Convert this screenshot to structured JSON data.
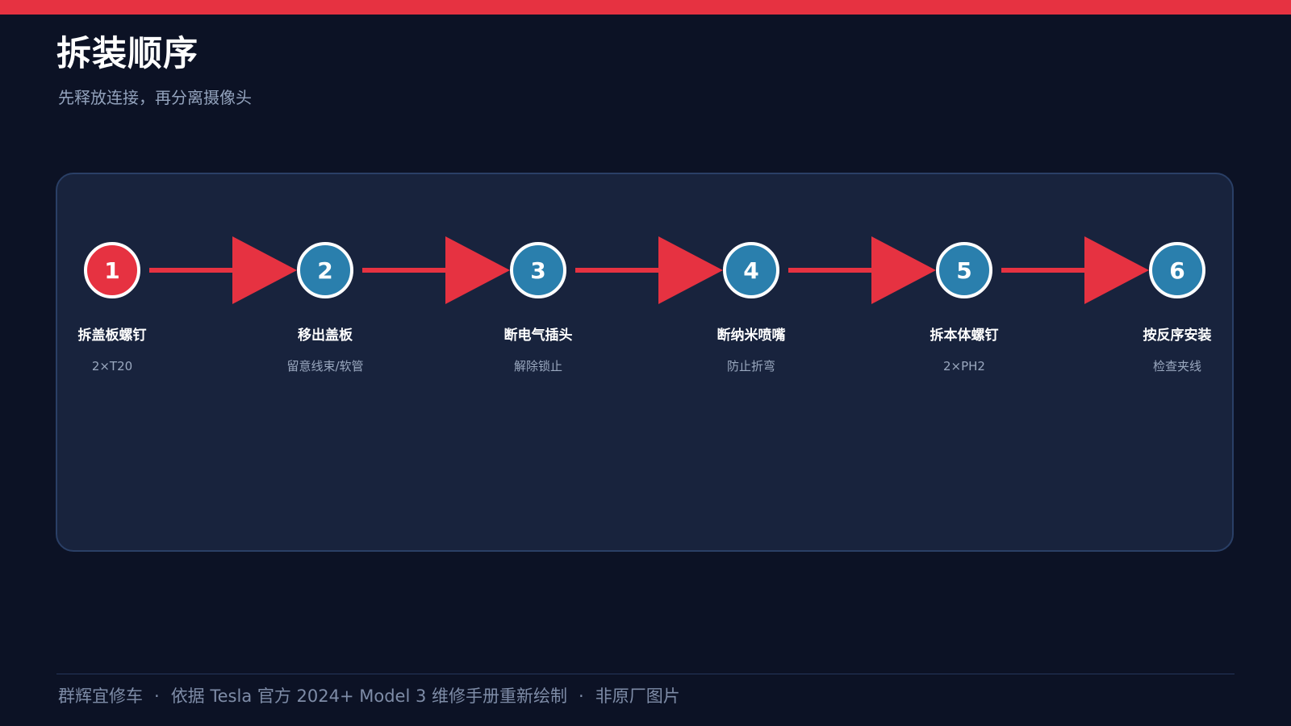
{
  "header": {
    "title": "拆装顺序",
    "subtitle": "先释放连接，再分离摄像头"
  },
  "colors": {
    "accent": "#e63241",
    "step_blue": "#2a7fad",
    "background": "#0c1225",
    "panel": "#18233d"
  },
  "steps": [
    {
      "number": "1",
      "title": "拆盖板螺钉",
      "detail": "2×T20",
      "highlight": true
    },
    {
      "number": "2",
      "title": "移出盖板",
      "detail": "留意线束/软管",
      "highlight": false
    },
    {
      "number": "3",
      "title": "断电气插头",
      "detail": "解除锁止",
      "highlight": false
    },
    {
      "number": "4",
      "title": "断纳米喷嘴",
      "detail": "防止折弯",
      "highlight": false
    },
    {
      "number": "5",
      "title": "拆本体螺钉",
      "detail": "2×PH2",
      "highlight": false
    },
    {
      "number": "6",
      "title": "按反序安装",
      "detail": "检查夹线",
      "highlight": false
    }
  ],
  "footer": {
    "parts": [
      "群辉宜修车",
      "依据 Tesla 官方 2024+ Model 3 维修手册重新绘制",
      "非原厂图片"
    ],
    "separator": "·"
  }
}
